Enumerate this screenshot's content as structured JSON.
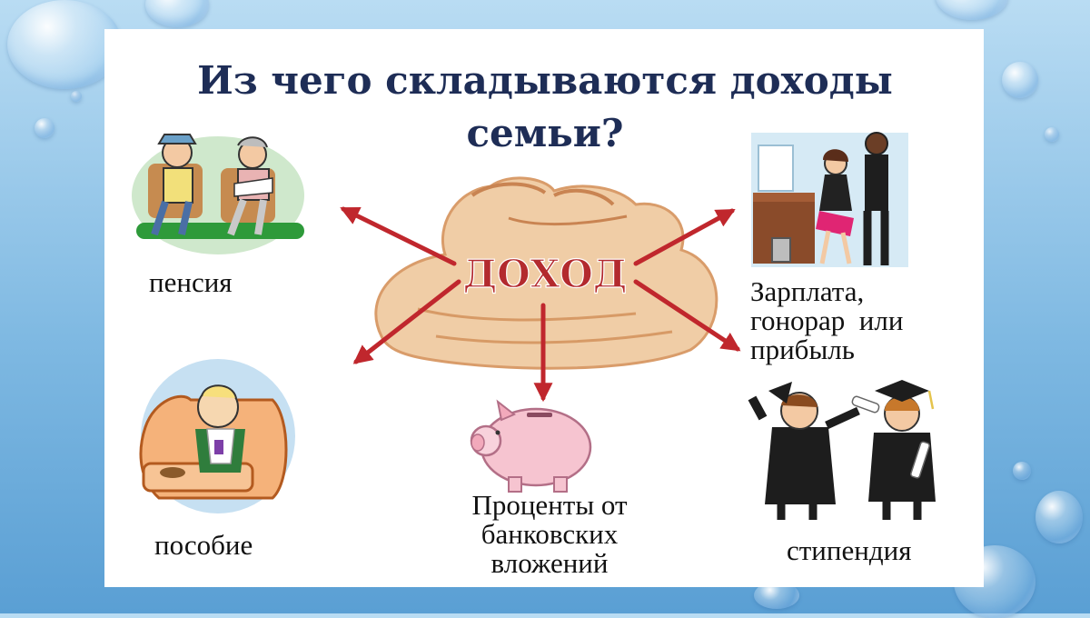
{
  "title": {
    "line1": "Из чего складываются доходы",
    "line2": "семьи?"
  },
  "center": {
    "label": "ДОХОД"
  },
  "sources": {
    "pension": "пенсия",
    "allowance": "пособие",
    "deposits": [
      "Проценты от",
      "банковских",
      "вложений"
    ],
    "salary": [
      "Зарплата,",
      "гонорар  или",
      "прибыль"
    ],
    "stipend": "стипендия"
  },
  "colors": {
    "title": "#1e2d56",
    "arrow": "#c0272d",
    "center_text": "#b32a2e",
    "bag": "#e8b98a"
  },
  "icons": [
    "elderly-couple-icon",
    "money-bags-icon",
    "office-workers-icon",
    "baby-highchair-icon",
    "piggy-bank-icon",
    "graduates-icon"
  ]
}
